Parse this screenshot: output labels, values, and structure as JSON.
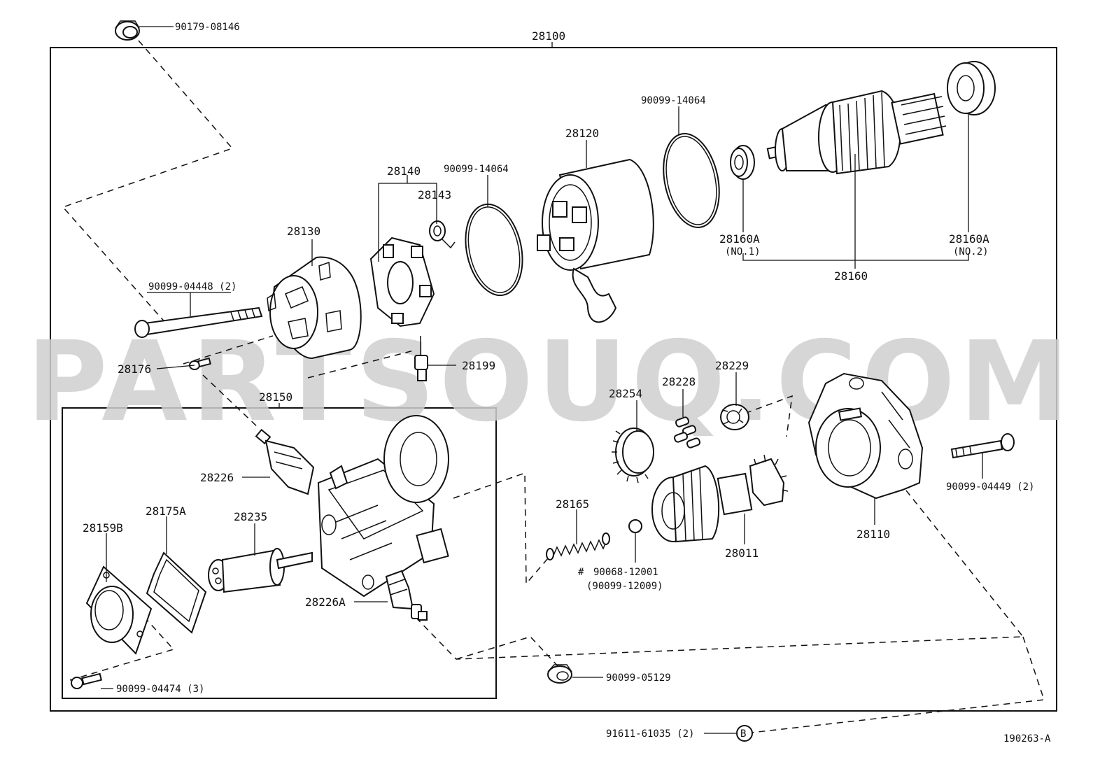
{
  "diagram": {
    "assembly_no": "28100",
    "subassembly_no": "28150",
    "illustration_code": "190263-A",
    "watermark": "PARTSOUQ.COM",
    "marker_letter": "B",
    "note_symbol": "#"
  },
  "parts": {
    "p90179_08146": "90179-08146",
    "p90099_04448": "90099-04448 (2)",
    "p28176": "28176",
    "p28130": "28130",
    "p28140": "28140",
    "p28143": "28143",
    "p90099_14064_a": "90099-14064",
    "p28120": "28120",
    "p90099_14064_b": "90099-14064",
    "p28160A_1": "28160A",
    "p28160A_1_sub": "(NO.1)",
    "p28160A_2": "28160A",
    "p28160A_2_sub": "(NO.2)",
    "p28160": "28160",
    "p28199": "28199",
    "p28226": "28226",
    "p28175A": "28175A",
    "p28159B": "28159B",
    "p28235": "28235",
    "p28226A": "28226A",
    "p90099_04474": "90099-04474 (3)",
    "p28254": "28254",
    "p28228": "28228",
    "p28229": "28229",
    "p28165": "28165",
    "p90068_12001": "90068-12001",
    "p90099_12009": "(90099-12009)",
    "p28011": "28011",
    "p28110": "28110",
    "p90099_04449": "90099-04449 (2)",
    "p90099_05129": "90099-05129",
    "p91611_61035": "91611-61035 (2)"
  }
}
